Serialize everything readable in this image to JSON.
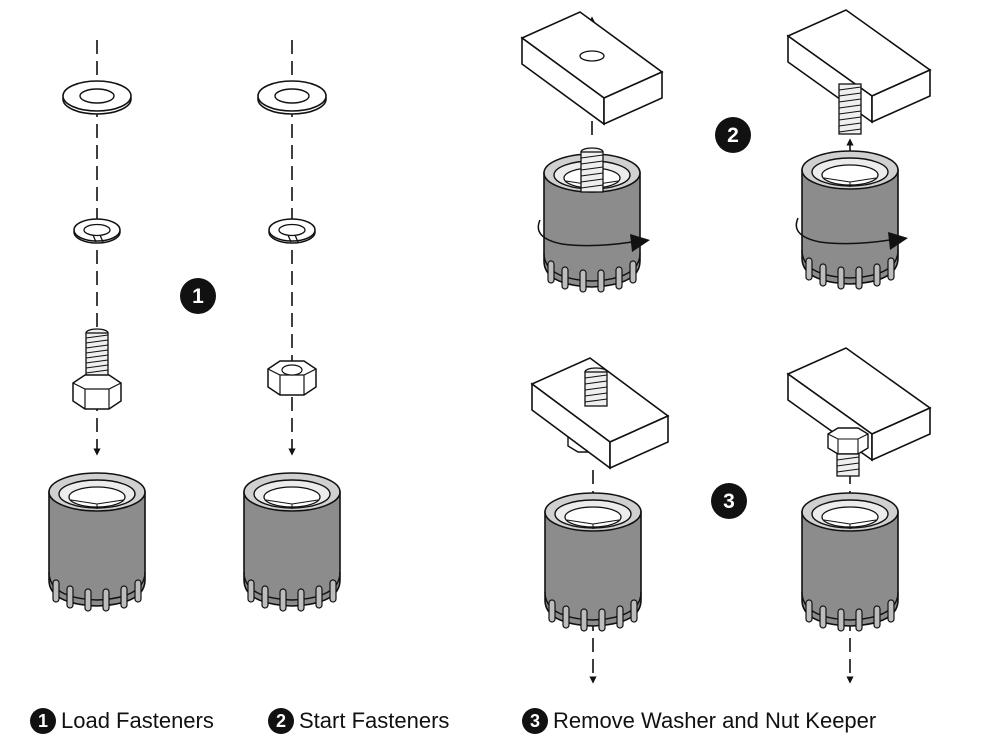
{
  "steps": [
    {
      "number": "1",
      "label": "Load Fasteners"
    },
    {
      "number": "2",
      "label": "Start Fasteners"
    },
    {
      "number": "3",
      "label": "Remove Washer and Nut Keeper"
    }
  ],
  "colors": {
    "ink": "#111111",
    "insert_gray": "#8c8c8c",
    "insert_light": "#bdbdbd",
    "metal_light": "#e6e6e6"
  }
}
